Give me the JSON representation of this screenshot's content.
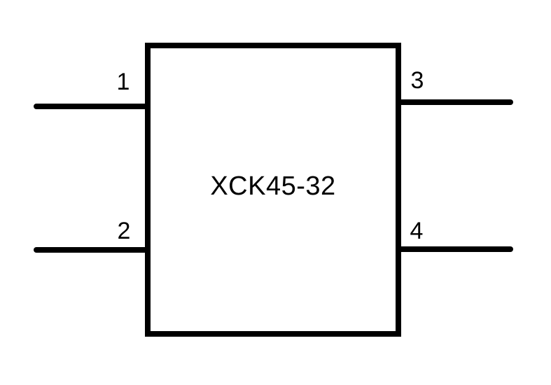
{
  "component": {
    "label": "XCK45-32",
    "type": "4-pin schematic symbol"
  },
  "pins": [
    {
      "number": "1",
      "side": "left",
      "position": "top"
    },
    {
      "number": "2",
      "side": "left",
      "position": "bottom"
    },
    {
      "number": "3",
      "side": "right",
      "position": "top"
    },
    {
      "number": "4",
      "side": "right",
      "position": "bottom"
    }
  ],
  "colors": {
    "line": "#000000",
    "background": "#ffffff"
  }
}
